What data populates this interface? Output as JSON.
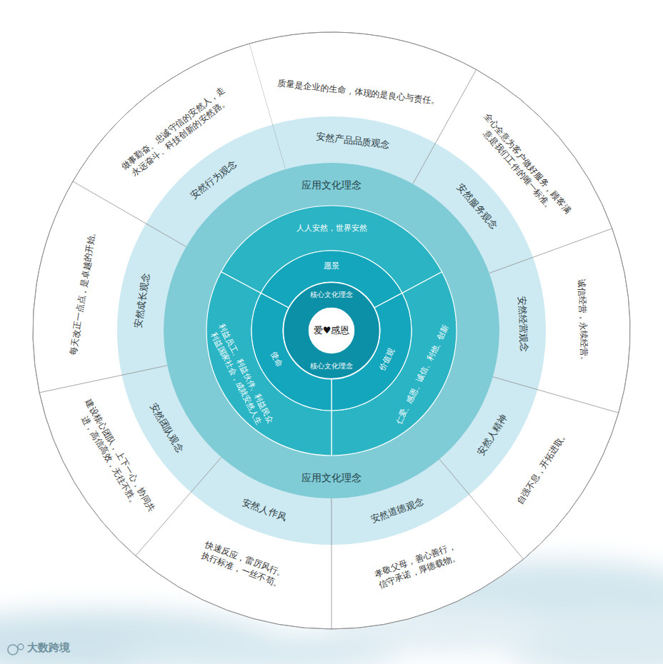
{
  "diagram": {
    "nodes": [
      {
        "text": [
          "安然产品品质观念",
          "质量是企业的生命，体现的是良心与责任。"
        ]
      },
      {
        "text": [
          "安然服务观念",
          "全心全意为客户做好服务，顾客满意是我们工作的唯一标准。"
        ]
      },
      {
        "text": [
          "安然经营观念",
          "诚信经营，永续经营。"
        ]
      },
      {
        "text": [
          "安然人精神",
          "自强不息，开拓进取。"
        ]
      },
      {
        "text": [
          "安然道德观念",
          "孝敬父母，善心善行，信守承诺，厚德载物。"
        ]
      },
      {
        "text": [
          "安然人作风",
          "快速反应，雷厉风行。执行标准，一丝不苟。"
        ]
      },
      {
        "text": [
          "安然团队观念",
          "建设核心团队，上下一心，协同共进，高信高效，无往不胜。"
        ]
      },
      {
        "text": [
          "安然成长观念",
          "每天改正一点点，是卓越的开始。"
        ]
      },
      {
        "text": [
          "安然行为观念",
          "做事勤奋、忠诚守信的安然人，走永远奋斗、科技创新的安然路。"
        ]
      },
      {
        "text": [
          "应用文化理念",
          "应用文化理念"
        ]
      },
      {
        "text": [
          "愿景",
          "人人安然，世界安然"
        ],
        "in": 9
      },
      {
        "text": [
          "价值观",
          "仁爱、感恩、诚信、利他、创新"
        ],
        "in": 9
      },
      {
        "text": [
          "使命",
          "利益员工、利益伙伴、利益民众 利益国家社会，成就安然人生"
        ],
        "in": 9
      },
      {
        "text": [
          "核心文化理念",
          "核心文化理念"
        ],
        "in": 9
      },
      {
        "text": [
          "爱♥感恩"
        ],
        "in": 13
      }
    ],
    "labels": [
      "大数跨境"
    ]
  }
}
